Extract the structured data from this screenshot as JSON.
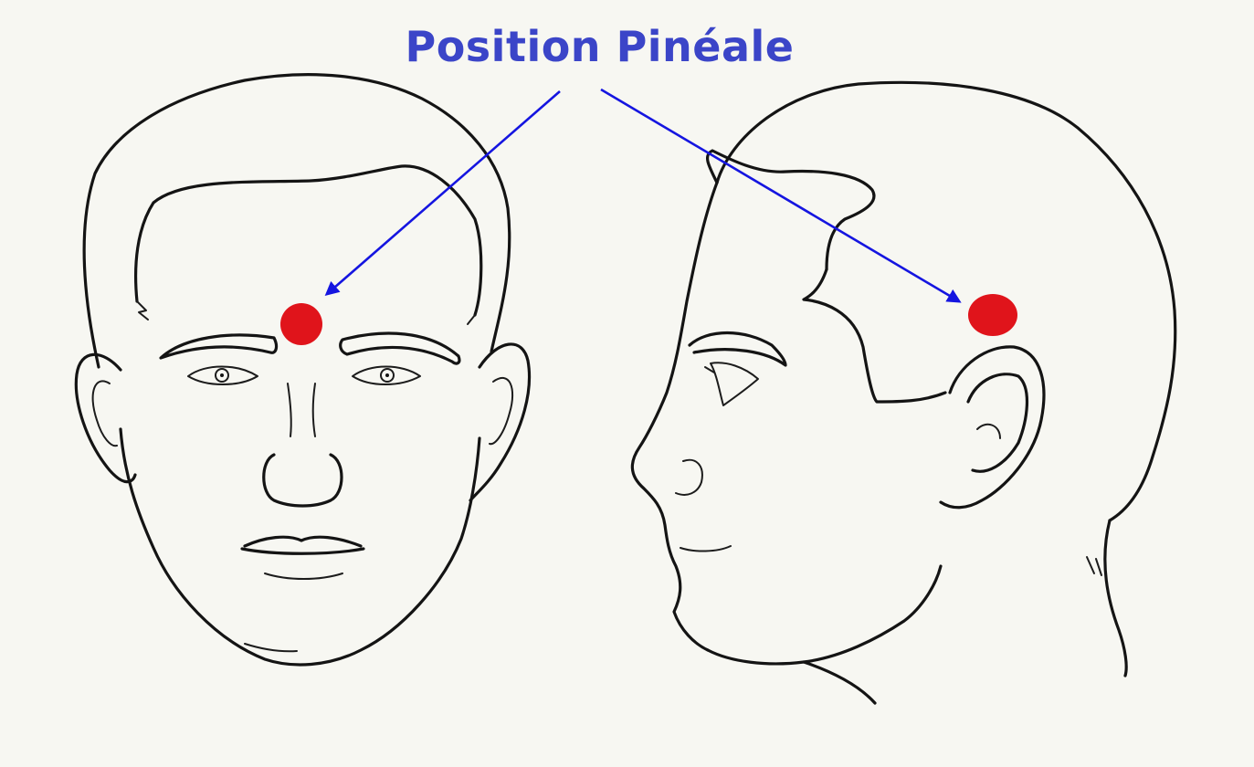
{
  "title": "Position Pinéale",
  "colors": {
    "background": "#f7f7f2",
    "title": "#3b45c8",
    "arrow": "#1515e0",
    "marker": "#e0141b",
    "ink": "#141414"
  },
  "figures": [
    {
      "name": "front-view-head",
      "marker": "pineal-position-front"
    },
    {
      "name": "profile-view-head",
      "marker": "pineal-position-profile"
    }
  ]
}
